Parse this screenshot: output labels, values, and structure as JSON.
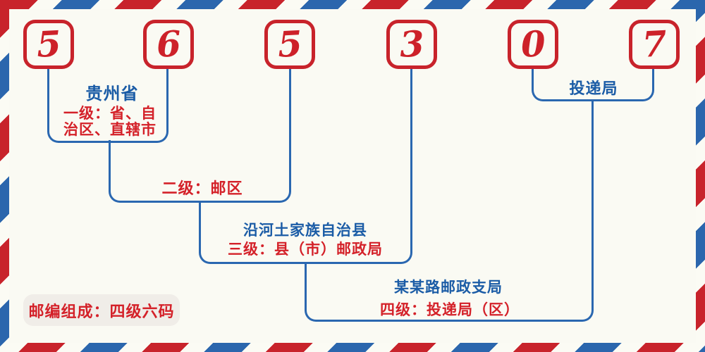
{
  "postal_code": {
    "digits": [
      "5",
      "6",
      "5",
      "3",
      "0",
      "7"
    ]
  },
  "annotations": {
    "level1": {
      "place": "贵州省",
      "label_line1": "一级：省、自",
      "label_line2": "治区、直辖市"
    },
    "level2": {
      "label": "二级：邮区"
    },
    "level3": {
      "place": "沿河土家族自治县",
      "label": "三级：县（市）邮政局"
    },
    "level4": {
      "place": "某某路邮政支局",
      "label": "四级：投递局（区）"
    },
    "delivery": {
      "label": "投递局"
    }
  },
  "footer": {
    "composition_label": "邮编组成：四级六码"
  },
  "colors": {
    "stripe_red": "#c8232b",
    "stripe_blue": "#2b66ad",
    "digit_red": "#cd2129",
    "text_red": "#d42129",
    "text_blue": "#1b5ca6",
    "line_blue": "#2a67b0",
    "background": "#fafaf3",
    "label_background": "#f0ede8"
  }
}
